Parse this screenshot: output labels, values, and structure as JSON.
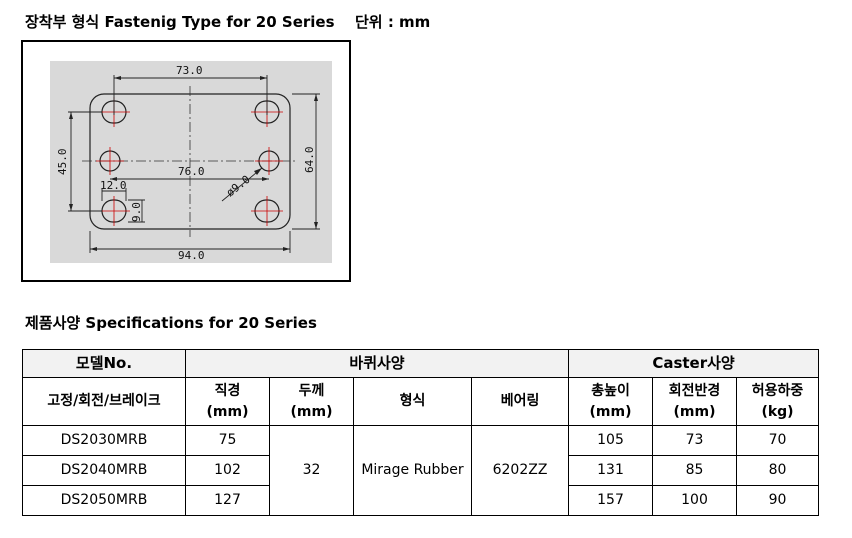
{
  "fastening": {
    "title": "장착부 형식 Fastenig Type for 20 Series",
    "unit_label": "단위 : mm",
    "dimensions": {
      "top_hole_span": "73.0",
      "mid_hole_span": "76.0",
      "plate_width": "94.0",
      "plate_height": "64.0",
      "vertical_span": "45.0",
      "slot_length": "12.0",
      "slot_width": "9.0",
      "hole_dia": "ø9.0"
    }
  },
  "spec": {
    "title": "제품사양 Specifications for 20 Series",
    "headers": {
      "model": "모델No.",
      "wheel": "바퀴사양",
      "caster": "Caster사양",
      "model_sub": "고정/회전/브레이크",
      "diameter": [
        "직경",
        "(mm)"
      ],
      "width": [
        "두께",
        "(mm)"
      ],
      "type": "형식",
      "bearing": "베어링",
      "height": [
        "총높이",
        "(mm)"
      ],
      "swivel_radius": [
        "회전반경",
        "(mm)"
      ],
      "load": [
        "허용하중",
        "(kg)"
      ]
    },
    "shared": {
      "width": "32",
      "type": "Mirage Rubber",
      "bearing": "6202ZZ"
    },
    "rows": [
      {
        "model": "DS2030MRB",
        "diameter": "75",
        "height": "105",
        "swivel_radius": "73",
        "load": "70"
      },
      {
        "model": "DS2040MRB",
        "diameter": "102",
        "height": "131",
        "swivel_radius": "85",
        "load": "80"
      },
      {
        "model": "DS2050MRB",
        "diameter": "127",
        "height": "157",
        "swivel_radius": "100",
        "load": "90"
      }
    ]
  }
}
